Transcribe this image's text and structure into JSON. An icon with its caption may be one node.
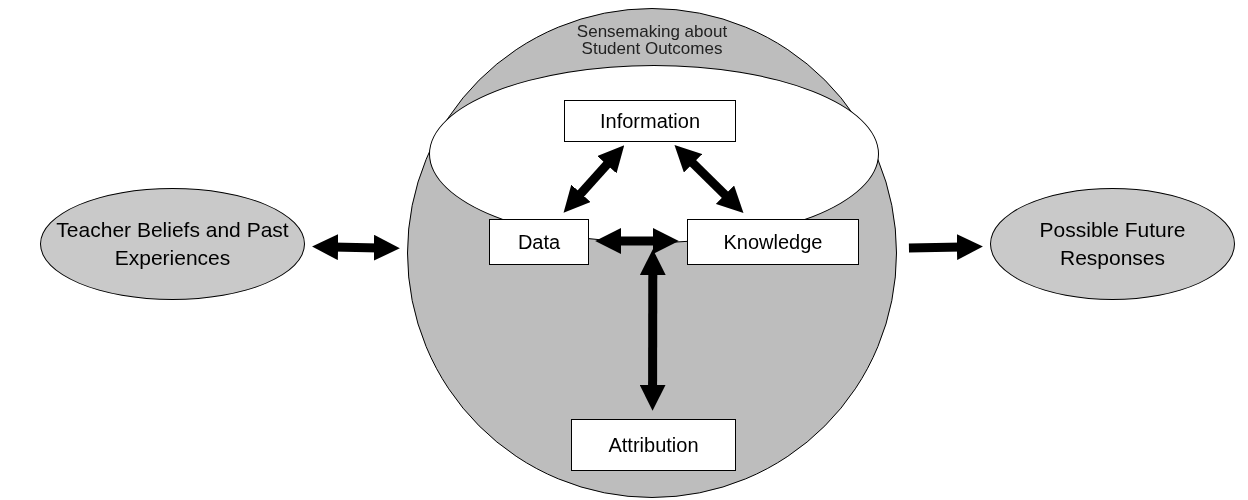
{
  "diagram": {
    "nodes": [
      {
        "text": [
          "Teacher Beliefs and Past Experiences"
        ]
      },
      {
        "text": [
          "Sensemaking about Student Outcomes"
        ]
      },
      {
        "text": [],
        "shape": "ellipse",
        "in": 1
      },
      {
        "text": [
          "Information"
        ],
        "in": 2
      },
      {
        "text": [
          "Data"
        ],
        "in": 1
      },
      {
        "text": [
          "Knowledge"
        ],
        "in": 1
      },
      {
        "text": [
          "Attribution"
        ],
        "in": 1
      },
      {
        "text": [
          "Possible Future Responses"
        ]
      }
    ],
    "edges": [
      {
        "from": 0,
        "to": 1,
        "arrow": "both"
      },
      {
        "from": 4,
        "to": 3,
        "arrow": "both"
      },
      {
        "from": 3,
        "to": 5,
        "arrow": "both"
      },
      {
        "from": 4,
        "to": 5,
        "arrow": "both"
      },
      {
        "from": 2,
        "to": 6,
        "arrow": "both"
      },
      {
        "from": 1,
        "to": 7,
        "arrow": "to"
      }
    ]
  }
}
